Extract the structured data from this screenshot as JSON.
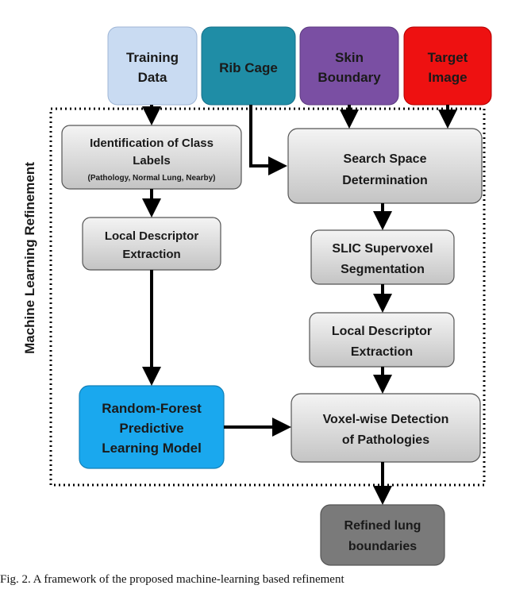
{
  "diagram": {
    "frame_label": "Machine Learning Refinement",
    "inputs": {
      "training": {
        "line1": "Training",
        "line2": "Data",
        "fill": "#c9dbf2"
      },
      "ribcage": {
        "line1": "Rib Cage",
        "fill": "#1f8da6"
      },
      "skin": {
        "line1": "Skin",
        "line2": "Boundary",
        "fill": "#7a4fa3"
      },
      "target": {
        "line1": "Target",
        "line2": "Image",
        "fill": "#ee1111"
      }
    },
    "left_column": {
      "identification": {
        "line1": "Identification of Class",
        "line2": "Labels",
        "sub": "(Pathology, Normal Lung, Nearby)"
      },
      "local_descriptor": {
        "line1": "Local Descriptor",
        "line2": "Extraction"
      },
      "random_forest": {
        "line1": "Random-Forest",
        "line2": "Predictive",
        "line3": "Learning Model",
        "fill": "#1aa8ee"
      }
    },
    "right_column": {
      "search_space": {
        "line1": "Search Space",
        "line2": "Determination"
      },
      "slic": {
        "line1": "SLIC Supervoxel",
        "line2": "Segmentation"
      },
      "local_descriptor": {
        "line1": "Local Descriptor",
        "line2": "Extraction"
      },
      "voxel_detection": {
        "line1": "Voxel-wise Detection",
        "line2": "of Pathologies"
      }
    },
    "output": {
      "line1": "Refined lung",
      "line2": "boundaries",
      "fill": "#7a7a7a"
    }
  },
  "caption": "Fig. 2.   A framework of the proposed machine-learning based refinement"
}
